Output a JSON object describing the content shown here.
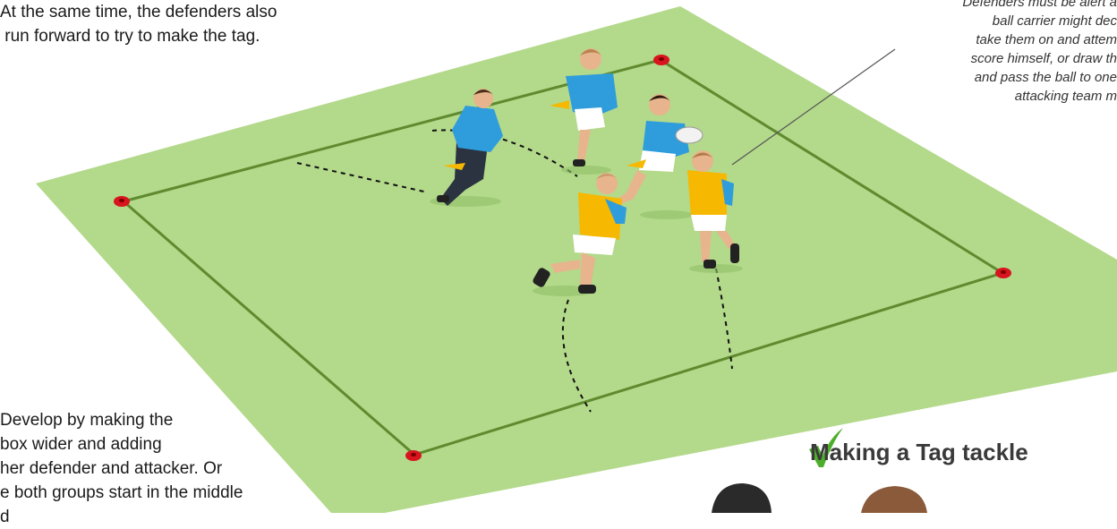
{
  "texts": {
    "top_left": "At the same time, the defenders also\n run forward to try to make the tag.",
    "callout": "Defenders must be alert a\nball carrier might dec\ntake them on and attem\nscore himself, or draw th\nand pass the ball to one\nattacking team m",
    "bottom_left": "Develop by making the\nbox wider and adding\nher defender and attacker. Or\ne both groups start in the middle\nd                                          ",
    "heading": "Making a Tag tackle"
  },
  "colors": {
    "field": "#b3d98b",
    "field_line": "#5f8a2e",
    "cone": "#d8141e",
    "attacker_shirt": "#2f9ddb",
    "defender_bib": "#f6b800",
    "tick": "#4cae2a"
  }
}
